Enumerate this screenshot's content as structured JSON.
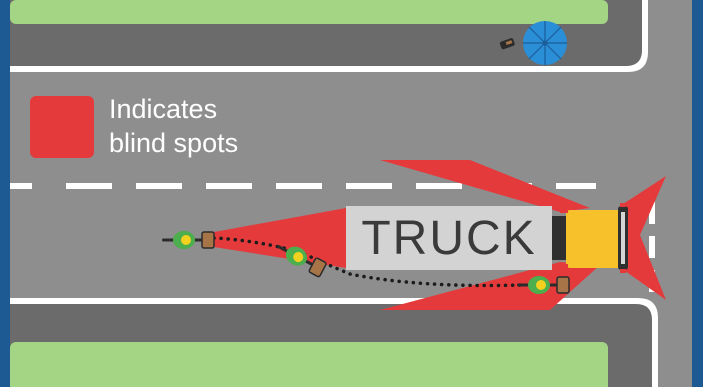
{
  "legend": {
    "line1": "Indicates",
    "line2": "blind spots",
    "color": "#e53a3c"
  },
  "truck": {
    "label": "TRUCK",
    "body_color": "#d3d3d3",
    "cab_color": "#f6c12b"
  },
  "colors": {
    "frame": "#1d5a93",
    "road": "#8e8e8e",
    "sidewalk": "#6b6b6b",
    "grass": "#a3d585",
    "lane_marking": "#ffffff",
    "cyclist_jersey": "#4cae4c",
    "cyclist_helmet": "#f2d21f",
    "umbrella": "#2a8fd6"
  },
  "icons": [
    "pedestrian-icon",
    "umbrella-icon",
    "cyclist-icon",
    "truck-icon",
    "blind-spot-zone"
  ]
}
